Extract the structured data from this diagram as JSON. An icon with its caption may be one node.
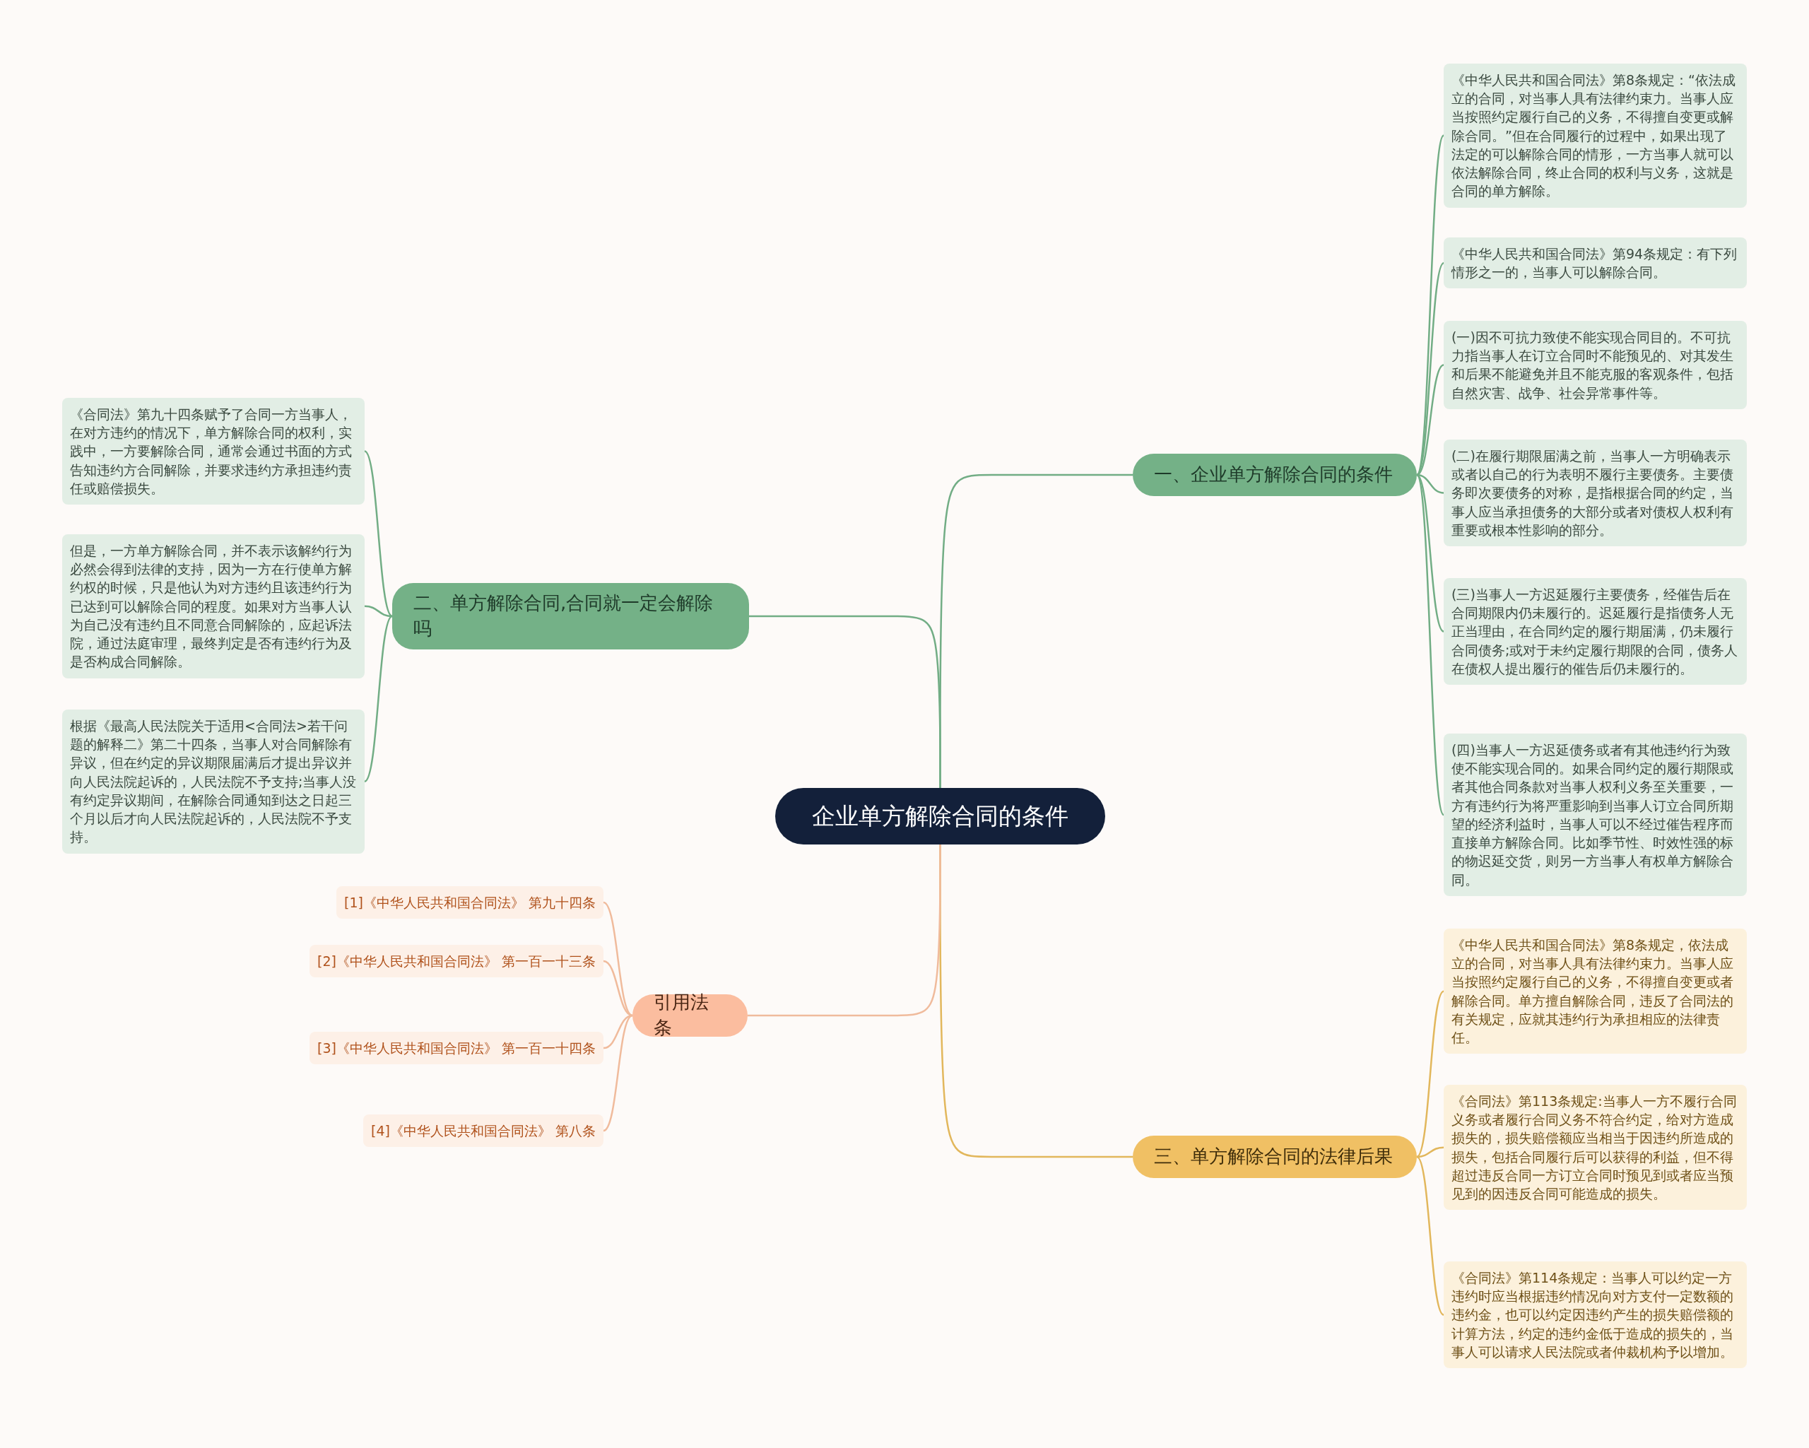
{
  "diagram": {
    "nodes": [
      {
        "text": [
          "企业单方解除合同的条件"
        ]
      },
      {
        "text": [
          "一、企业单方解除合同的条件"
        ]
      },
      {
        "text": [
          "《中华人民共和国合同法》第8条规定：“依法成立的合同，对当事人具有法律约束力。当事人应当按照约定履行自己的义务，不得擅自变更或解除合同。”但在合同履行的过程中，如果出现了法定的可以解除合同的情形，一方当事人就可以依法解除合同，终止合同的权利与义务，这就是合同的单方解除。"
        ]
      },
      {
        "text": [
          "《中华人民共和国合同法》第94条规定：有下列情形之一的，当事人可以解除合同。"
        ]
      },
      {
        "text": [
          "(一)因不可抗力致使不能实现合同目的。不可抗力指当事人在订立合同时不能预见的、对其发生和后果不能避免并且不能克服的客观条件，包括自然灾害、战争、社会异常事件等。"
        ]
      },
      {
        "text": [
          "(二)在履行期限届满之前，当事人一方明确表示或者以自己的行为表明不履行主要债务。主要债务即次要债务的对称，是指根据合同的约定，当事人应当承担债务的大部分或者对债权人权利有重要或根本性影响的部分。"
        ]
      },
      {
        "text": [
          "(三)当事人一方迟延履行主要债务，经催告后在合同期限内仍未履行的。迟延履行是指债务人无正当理由，在合同约定的履行期届满，仍未履行合同债务;或对于未约定履行期限的合同，债务人在债权人提出履行的催告后仍未履行的。"
        ]
      },
      {
        "text": [
          "(四)当事人一方迟延债务或者有其他违约行为致使不能实现合同的。如果合同约定的履行期限或者其他合同条款对当事人权利义务至关重要，一方有违约行为将严重影响到当事人订立合同所期望的经济利益时，当事人可以不经过催告程序而直接单方解除合同。比如季节性、时效性强的标的物迟延交货，则另一方当事人有权单方解除合同。"
        ]
      },
      {
        "text": [
          "二、单方解除合同,合同就一定会解除吗"
        ]
      },
      {
        "text": [
          "《合同法》第九十四条赋予了合同一方当事人，在对方违约的情况下，单方解除合同的权利，实践中，一方要解除合同，通常会通过书面的方式告知违约方合同解除，并要求违约方承担违约责任或赔偿损失。"
        ]
      },
      {
        "text": [
          "但是，一方单方解除合同，并不表示该解约行为必然会得到法律的支持，因为一方在行使单方解约权的时候，只是他认为对方违约且该违约行为已达到可以解除合同的程度。如果对方当事人认为自己没有违约且不同意合同解除的，应起诉法院，通过法庭审理，最终判定是否有违约行为及是否构成合同解除。"
        ]
      },
      {
        "text": [
          "根据《最高人民法院关于适用<合同法>若干问题的解释二》第二十四条，当事人对合同解除有异议，但在约定的异议期限届满后才提出异议并向人民法院起诉的，人民法院不予支持;当事人没有约定异议期间，在解除合同通知到达之日起三个月以后才向人民法院起诉的，人民法院不予支持。"
        ]
      },
      {
        "text": [
          "三、单方解除合同的法律后果"
        ]
      },
      {
        "text": [
          "《中华人民共和国合同法》第8条规定，依法成立的合同，对当事人具有法律约束力。当事人应当按照约定履行自己的义务，不得擅自变更或者解除合同。单方擅自解除合同，违反了合同法的有关规定，应就其违约行为承担相应的法律责任。"
        ]
      },
      {
        "text": [
          "《合同法》第113条规定:当事人一方不履行合同义务或者履行合同义务不符合约定，给对方造成损失的，损失赔偿额应当相当于因违约所造成的损失，包括合同履行后可以获得的利益，但不得超过违反合同一方订立合同时预见到或者应当预见到的因违反合同可能造成的损失。"
        ]
      },
      {
        "text": [
          "《合同法》第114条规定：当事人可以约定一方违约时应当根据违约情况向对方支付一定数额的违约金，也可以约定因违约产生的损失赔偿额的计算方法，约定的违约金低于造成的损失的，当事人可以请求人民法院或者仲裁机构予以增加。"
        ]
      },
      {
        "text": [
          "引用法条"
        ]
      },
      {
        "text": [
          "[1]《中华人民共和国合同法》 第九十四条"
        ]
      },
      {
        "text": [
          "[2]《中华人民共和国合同法》 第一百一十三条"
        ]
      },
      {
        "text": [
          "[3]《中华人民共和国合同法》 第一百一十四条"
        ]
      },
      {
        "text": [
          "[4]《中华人民共和国合同法》 第八条"
        ]
      }
    ],
    "edges": [
      {
        "from": 0,
        "to": 1,
        "arrow": "none"
      },
      {
        "from": 1,
        "to": 2,
        "arrow": "none"
      },
      {
        "from": 1,
        "to": 3,
        "arrow": "none"
      },
      {
        "from": 1,
        "to": 4,
        "arrow": "none"
      },
      {
        "from": 1,
        "to": 5,
        "arrow": "none"
      },
      {
        "from": 1,
        "to": 6,
        "arrow": "none"
      },
      {
        "from": 1,
        "to": 7,
        "arrow": "none"
      },
      {
        "from": 0,
        "to": 8,
        "arrow": "none"
      },
      {
        "from": 8,
        "to": 9,
        "arrow": "none"
      },
      {
        "from": 8,
        "to": 10,
        "arrow": "none"
      },
      {
        "from": 8,
        "to": 11,
        "arrow": "none"
      },
      {
        "from": 0,
        "to": 12,
        "arrow": "none",
        "color": "#e2b75c"
      },
      {
        "from": 12,
        "to": 13,
        "arrow": "none",
        "color": "#e2b75c"
      },
      {
        "from": 12,
        "to": 14,
        "arrow": "none",
        "color": "#e2b75c"
      },
      {
        "from": 12,
        "to": 15,
        "arrow": "none",
        "color": "#e2b75c"
      },
      {
        "from": 0,
        "to": 16,
        "arrow": "none",
        "color": "#f0bb9c"
      },
      {
        "from": 16,
        "to": 17,
        "arrow": "none",
        "color": "#f0bb9c"
      },
      {
        "from": 16,
        "to": 18,
        "arrow": "none",
        "color": "#f0bb9c"
      },
      {
        "from": 16,
        "to": 19,
        "arrow": "none",
        "color": "#f0bb9c"
      },
      {
        "from": 16,
        "to": 20,
        "arrow": "none",
        "color": "#f0bb9c"
      }
    ]
  }
}
